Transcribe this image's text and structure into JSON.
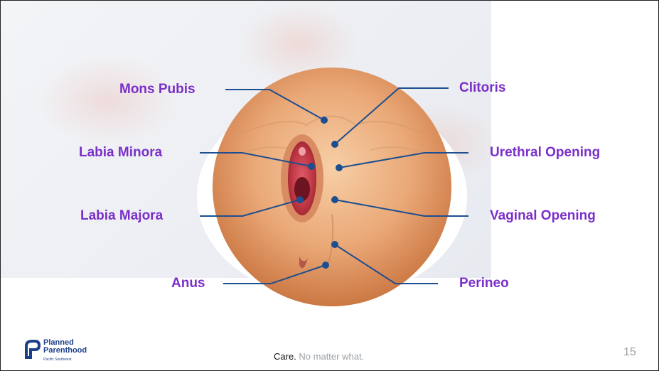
{
  "labels": {
    "mons_pubis": "Mons Pubis",
    "labia_minora": "Labia Minora",
    "labia_majora": "Labia Majora",
    "anus": "Anus",
    "clitoris": "Clitoris",
    "urethral_opening": "Urethral Opening",
    "vaginal_opening": "Vaginal Opening",
    "perineo": "Perineo"
  },
  "footer": {
    "logo_line1": "Planned",
    "logo_line2": "Parenthood",
    "logo_sub": "Pacific Southwest",
    "tagline_strong": "Care.",
    "tagline_muted": " No matter what.",
    "page_number": "15"
  },
  "colors": {
    "label": "#7a2fc9",
    "leader_line": "#1d4e8f",
    "brand": "#1c3f8a"
  }
}
